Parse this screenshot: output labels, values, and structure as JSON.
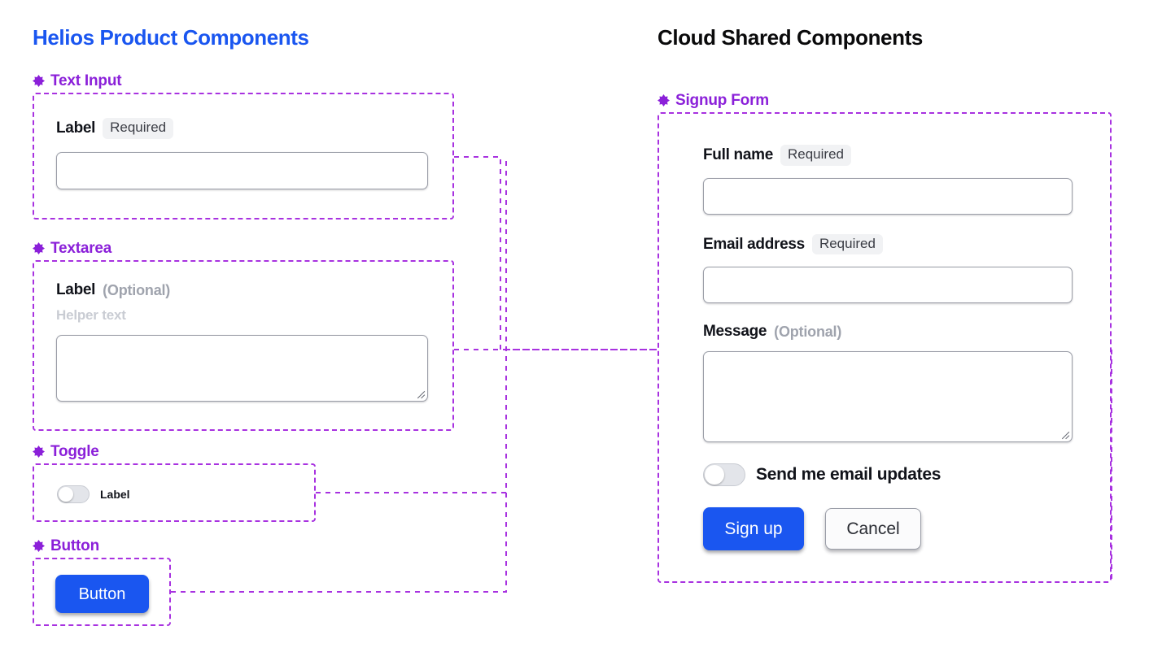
{
  "panels": {
    "left": {
      "title": "Helios Product Components",
      "title_color": "#1a56f0",
      "sections": [
        {
          "name": "Text Input",
          "icon": "diamond-flower-icon",
          "label": "Label",
          "badge": "Required"
        },
        {
          "name": "Textarea",
          "icon": "diamond-flower-icon",
          "label": "Label",
          "optional": "(Optional)",
          "helper": "Helper text"
        },
        {
          "name": "Toggle",
          "icon": "diamond-flower-icon",
          "label": "Label",
          "state": "off"
        },
        {
          "name": "Button",
          "icon": "diamond-flower-icon",
          "label": "Button"
        }
      ]
    },
    "right": {
      "title": "Cloud Shared Components",
      "title_color": "#0a0a0b",
      "section": {
        "name": "Signup Form",
        "icon": "diamond-flower-icon"
      },
      "fields": [
        {
          "label": "Full name",
          "badge": "Required",
          "value": "",
          "type": "text"
        },
        {
          "label": "Email address",
          "badge": "Required",
          "value": "",
          "type": "text"
        },
        {
          "label": "Message",
          "optional": "(Optional)",
          "value": "",
          "type": "textarea"
        }
      ],
      "toggle": {
        "label": "Send me email updates",
        "state": "off"
      },
      "actions": {
        "primary": "Sign up",
        "secondary": "Cancel"
      }
    }
  },
  "colors": {
    "accent_blue": "#1a56f0",
    "frame_purple": "#a832e0",
    "section_purple": "#8b20d9",
    "badge_bg": "#f1f2f4",
    "muted_text": "#9fa3ad",
    "helper_text": "#c9ccd3",
    "input_border": "#9b9ea8",
    "toggle_track": "#e3e5ea",
    "background": "#ffffff"
  }
}
